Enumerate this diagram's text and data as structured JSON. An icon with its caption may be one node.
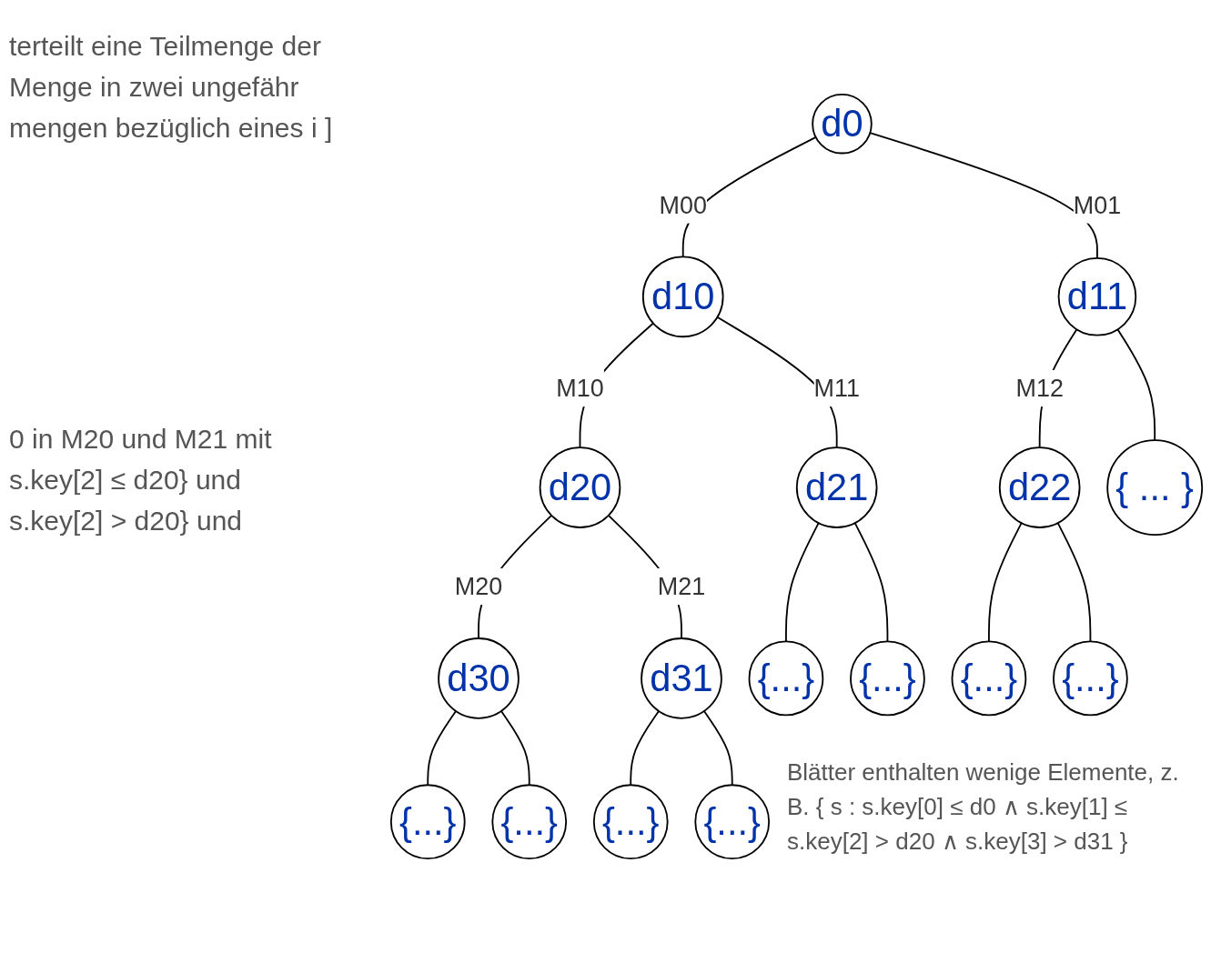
{
  "diagram": {
    "nodes": [
      {
        "text": [
          "d0"
        ]
      },
      {
        "text": [
          "d10"
        ]
      },
      {
        "text": [
          "d11"
        ]
      },
      {
        "text": [
          "d20"
        ]
      },
      {
        "text": [
          "d21"
        ]
      },
      {
        "text": [
          "d22"
        ]
      },
      {
        "text": [
          "{ ... }"
        ]
      },
      {
        "text": [
          "d30"
        ]
      },
      {
        "text": [
          "d31"
        ]
      },
      {
        "text": [
          "{...}"
        ]
      },
      {
        "text": [
          "{...}"
        ]
      },
      {
        "text": [
          "{...}"
        ]
      },
      {
        "text": [
          "{...}"
        ]
      },
      {
        "text": [
          "{...}"
        ]
      },
      {
        "text": [
          "{...}"
        ]
      },
      {
        "text": [
          "{...}"
        ]
      },
      {
        "text": [
          "{...}"
        ]
      }
    ],
    "edges": [
      {
        "from": 0,
        "to": 1,
        "arrow": "none",
        "label": "M00"
      },
      {
        "from": 0,
        "to": 2,
        "arrow": "none",
        "label": "M01"
      },
      {
        "from": 1,
        "to": 3,
        "arrow": "none",
        "label": "M10"
      },
      {
        "from": 1,
        "to": 4,
        "arrow": "none",
        "label": "M11"
      },
      {
        "from": 2,
        "to": 5,
        "arrow": "none",
        "label": "M12"
      },
      {
        "from": 2,
        "to": 6,
        "arrow": "none"
      },
      {
        "from": 3,
        "to": 7,
        "arrow": "none",
        "label": "M20"
      },
      {
        "from": 3,
        "to": 8,
        "arrow": "none",
        "label": "M21"
      },
      {
        "from": 4,
        "to": 9,
        "arrow": "none"
      },
      {
        "from": 4,
        "to": 10,
        "arrow": "none"
      },
      {
        "from": 5,
        "to": 11,
        "arrow": "none"
      },
      {
        "from": 5,
        "to": 12,
        "arrow": "none"
      },
      {
        "from": 7,
        "to": 13,
        "arrow": "none"
      },
      {
        "from": 7,
        "to": 14,
        "arrow": "none"
      },
      {
        "from": 8,
        "to": 15,
        "arrow": "none"
      },
      {
        "from": 8,
        "to": 16,
        "arrow": "none"
      }
    ],
    "labels": [
      "terteilt eine Teilmenge der Menge in zwei ungefähr mengen bezüglich eines i ]",
      "0 in M20 und M21 mit s.key[2] ≤ d20} und s.key[2] > d20} und",
      "Blätter enthalten wenige Elemente, z. B. { s : s.key[0] ≤ d0 ∧ s.key[1] ≤ s.key[2] > d20 ∧ s.key[3] > d31 }"
    ]
  }
}
